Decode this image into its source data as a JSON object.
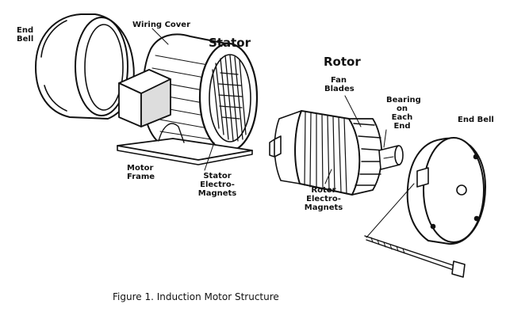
{
  "labels": {
    "end_bell_left": [
      "End",
      "Bell"
    ],
    "wiring_cover": "Wiring Cover",
    "stator": "Stator",
    "rotor": "Rotor",
    "fan_blades": [
      "Fan",
      "Blades"
    ],
    "bearing": [
      "Bearing",
      "on",
      "Each",
      "End"
    ],
    "end_bell_right": "End Bell",
    "motor_frame": [
      "Motor",
      "Frame"
    ],
    "stator_magnets": [
      "Stator",
      "Electro-",
      "Magnets"
    ],
    "rotor_magnets": [
      "Rotor",
      "Electro-",
      "Magnets"
    ]
  },
  "caption": "Figure 1. Induction Motor Structure"
}
